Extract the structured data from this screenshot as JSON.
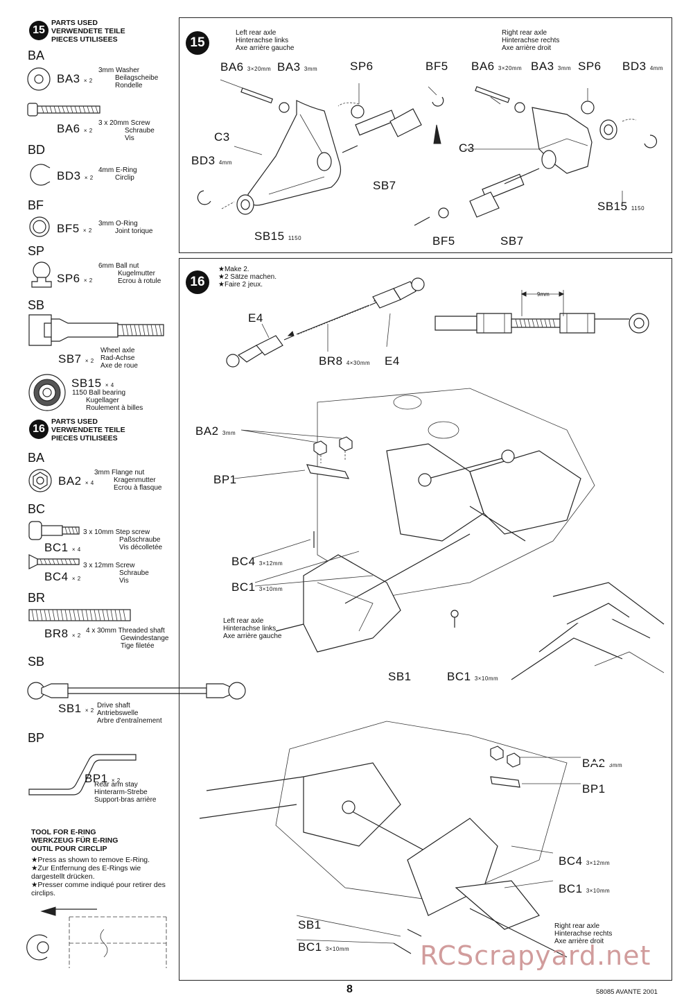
{
  "left_column": {
    "step15": {
      "number": "15",
      "header": [
        "PARTS USED",
        "VERWENDETE TEILE",
        "PIECES UTILISEES"
      ],
      "groups": [
        {
          "cat": "BA",
          "parts": [
            {
              "code": "BA3",
              "qty": "× 2",
              "desc": [
                "3mm Washer",
                "Beilagscheibe",
                "Rondelle"
              ],
              "icon": "washer-icon"
            },
            {
              "code": "BA6",
              "qty": "× 2",
              "desc": [
                "3 x 20mm Screw",
                "Schraube",
                "Vis"
              ],
              "icon": "screw-icon"
            }
          ]
        },
        {
          "cat": "BD",
          "parts": [
            {
              "code": "BD3",
              "qty": "× 2",
              "desc": [
                "4mm E-Ring",
                "Circlip"
              ],
              "icon": "e-ring-icon"
            }
          ]
        },
        {
          "cat": "BF",
          "parts": [
            {
              "code": "BF5",
              "qty": "× 2",
              "desc": [
                "3mm O-Ring",
                "Joint torique"
              ],
              "icon": "o-ring-icon"
            }
          ]
        },
        {
          "cat": "SP",
          "parts": [
            {
              "code": "SP6",
              "qty": "× 2",
              "desc": [
                "6mm Ball nut",
                "Kugelmutter",
                "Ecrou à rotule"
              ],
              "icon": "ball-nut-icon"
            }
          ]
        },
        {
          "cat": "SB",
          "parts": [
            {
              "code": "SB7",
              "qty": "× 2",
              "desc": [
                "Wheel axle",
                "Rad-Achse",
                "Axe de roue"
              ],
              "icon": "wheel-axle-icon"
            },
            {
              "code": "SB15",
              "qty": "× 4",
              "desc": [
                "1150 Ball bearing",
                "Kugellager",
                "Roulement à billes"
              ],
              "icon": "ball-bearing-icon"
            }
          ]
        }
      ]
    },
    "step16": {
      "number": "16",
      "header": [
        "PARTS USED",
        "VERWENDETE TEILE",
        "PIECES UTILISEES"
      ],
      "groups": [
        {
          "cat": "BA",
          "parts": [
            {
              "code": "BA2",
              "qty": "× 4",
              "desc": [
                "3mm Flange nut",
                "Kragenmutter",
                "Ecrou à flasque"
              ],
              "icon": "flange-nut-icon"
            }
          ]
        },
        {
          "cat": "BC",
          "parts": [
            {
              "code": "BC1",
              "qty": "× 4",
              "desc": [
                "3 x 10mm Step screw",
                "Paßschraube",
                "Vis décolletée"
              ],
              "icon": "step-screw-icon"
            },
            {
              "code": "BC4",
              "qty": "× 2",
              "desc": [
                "3 x 12mm Screw",
                "Schraube",
                "Vis"
              ],
              "icon": "countersunk-screw-icon"
            }
          ]
        },
        {
          "cat": "BR",
          "parts": [
            {
              "code": "BR8",
              "qty": "× 2",
              "desc": [
                "4 x 30mm Threaded shaft",
                "Gewindestange",
                "Tige filetée"
              ],
              "icon": "threaded-shaft-icon"
            }
          ]
        },
        {
          "cat": "SB",
          "parts": [
            {
              "code": "SB1",
              "qty": "× 2",
              "desc": [
                "Drive shaft",
                "Antriebswelle",
                "Arbre d'entraînement"
              ],
              "icon": "drive-shaft-icon"
            }
          ]
        },
        {
          "cat": "BP",
          "parts": [
            {
              "code": "BP1",
              "qty": "× 2",
              "desc": [
                "Rear arm stay",
                "Hinterarm-Strebe",
                "Support-bras arrière"
              ],
              "icon": "arm-stay-icon"
            }
          ]
        }
      ]
    },
    "tool": {
      "header": [
        "TOOL FOR E-RING",
        "WERKZEUG FÜR E-RING",
        "OUTIL POUR CIRCLIP"
      ],
      "notes": [
        "★Press as shown to remove E-Ring.",
        "★Zur Entfernung des E-Rings wie dargestellt drücken.",
        "★Presser comme indiqué pour retirer des circlips."
      ]
    }
  },
  "panel15": {
    "number": "15",
    "left_axle": [
      "Left rear axle",
      "Hinterachse links",
      "Axe arrière gauche"
    ],
    "right_axle": [
      "Right rear axle",
      "Hinterachse rechts",
      "Axe arrière droit"
    ],
    "labels": {
      "ba6": "BA6",
      "ba6_size": "3×20mm",
      "ba3": "BA3",
      "ba3_size": "3mm",
      "sp6": "SP6",
      "bf5": "BF5",
      "bd3": "BD3",
      "bd3_size": "4mm",
      "c3": "C3",
      "sb7": "SB7",
      "sb15": "SB15",
      "sb15_size": "1150"
    }
  },
  "panel16": {
    "number": "16",
    "notes": [
      "★Make 2.",
      "★2 Sätze machen.",
      "★Faire 2 jeux."
    ],
    "labels": {
      "e4": "E4",
      "br8": "BR8",
      "br8_size": "4×30mm",
      "dim": "9mm",
      "ba2": "BA2",
      "ba2_size": "3mm",
      "bp1": "BP1",
      "bc4": "BC4",
      "bc4_size": "3×12mm",
      "bc1": "BC1",
      "bc1_size": "3×10mm",
      "sb1": "SB1"
    },
    "left_axle": [
      "Left rear axle",
      "Hinterachse links",
      "Axe arrière gauche"
    ],
    "right_axle": [
      "Right rear axle",
      "Hinterachse rechts",
      "Axe arrière droit"
    ]
  },
  "footer": {
    "page": "8",
    "code": "58085 AVANTE 2001",
    "watermark": "RCScrapyard.net"
  }
}
